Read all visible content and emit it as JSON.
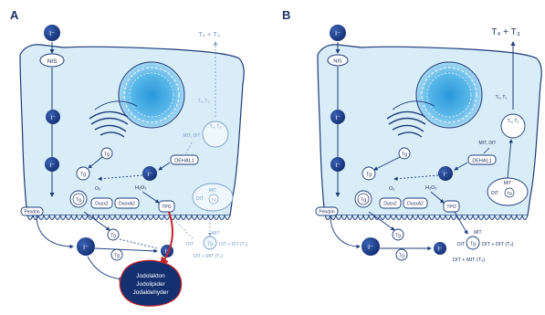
{
  "colors": {
    "cell_fill": "#d9edf8",
    "cell_stroke": "#1c3b78",
    "dark_blue": "#1a3a86",
    "nucleus_light": "#a9d7f2",
    "nucleus_mid": "#4fb0e3",
    "nucleus_dark": "#1d8bd0",
    "red_arrow": "#c4262e",
    "text": "#1c2f5e",
    "faded_text": "#7b9ec8"
  },
  "panel_a": {
    "letter": "A",
    "iodide": "I⁻",
    "nis": "NIS",
    "t4_t3_top": "T₄ + T₃",
    "tg": "Tg",
    "o2": "O₂",
    "duox2": "Duox2",
    "duoxa2": "DuoxA2",
    "h2o2": "H₂O₂",
    "tpo": "TPO",
    "pendrin": "Pendrin",
    "dehal1": "DEHAL1",
    "mit_dit": "MIT, DIT",
    "t4_t3": "T₄, T₃",
    "mit": "MIT",
    "dit": "DIT",
    "dit_dit": "DIT + DIT (T₄)",
    "dit_mit": "DIT + MIT (T₃)",
    "blob_line1": "Jodolakton",
    "blob_line2": "Jodolipider",
    "blob_line3": "Jodaldehyder"
  },
  "panel_b": {
    "letter": "B",
    "iodide": "I⁻",
    "nis": "NIS",
    "t4_t3_top": "T₄ + T₃",
    "tg": "Tg",
    "o2": "O₂",
    "duox2": "Duox2",
    "duoxa2": "DuoxA2",
    "h2o2": "H₂O₂",
    "tpo": "TPO",
    "pendrin": "Pendrin",
    "dehal1": "DEHAL1",
    "mit_dit": "MIT, DIT",
    "t4_t3": "T₄, T₃",
    "mit": "MIT",
    "dit": "DIT",
    "dit_dit": "DIT + DIT (T₄)",
    "dit_mit": "DIT + MIT (T₃)"
  }
}
